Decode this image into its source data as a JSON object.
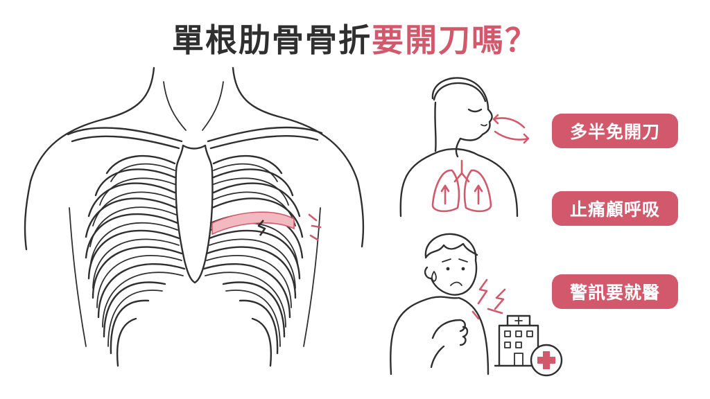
{
  "title": {
    "dark_part": "單根肋骨骨折",
    "accent_part": "要開刀嗎？"
  },
  "badges": [
    {
      "label": "多半免開刀"
    },
    {
      "label": "止痛顧呼吸"
    },
    {
      "label": "警訊要就醫"
    }
  ],
  "colors": {
    "accent": "#d2596c",
    "fracture_band": "#f2b9c1",
    "ink": "#2f2f2f"
  },
  "icons": {
    "lungs": "lungs-icon",
    "hospital": "hospital-building-icon",
    "cross": "medical-cross-icon",
    "pain": "lightning-bolt-icon",
    "breath": "breathing-arrows-icon"
  }
}
